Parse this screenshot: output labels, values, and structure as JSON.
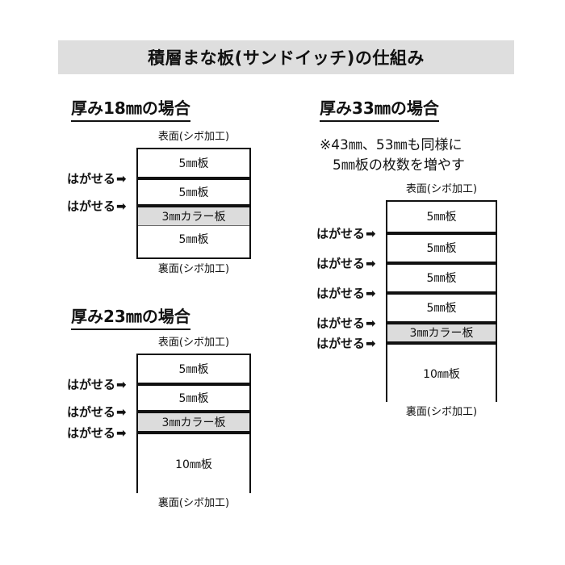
{
  "title": "積層まな板(サンドイッチ)の仕組み",
  "labels": {
    "front_face": "表面(シボ加工)",
    "back_face": "裏面(シボ加工)",
    "peel": "はがせる",
    "peel_arrow": "➡"
  },
  "sections": [
    {
      "id": "18",
      "heading": "厚み18㎜の場合",
      "note": null,
      "top_label": "表面(シボ加工)",
      "bottom_label": "裏面(シボ加工)",
      "layers": [
        {
          "label": "5㎜板",
          "color": false,
          "peelable_top": false
        },
        {
          "label": "5㎜板",
          "color": false,
          "peelable_top": true
        },
        {
          "label": "3㎜カラー板",
          "color": true,
          "peelable_top": true
        },
        {
          "label": "5㎜板",
          "color": false,
          "peelable_top": false
        }
      ]
    },
    {
      "id": "23",
      "heading": "厚み23㎜の場合",
      "note": null,
      "top_label": "表面(シボ加工)",
      "bottom_label": "裏面(シボ加工)",
      "layers": [
        {
          "label": "5㎜板",
          "color": false,
          "peelable_top": false
        },
        {
          "label": "5㎜板",
          "color": false,
          "peelable_top": true
        },
        {
          "label": "3㎜カラー板",
          "color": true,
          "peelable_top": true
        },
        {
          "label": "10㎜板",
          "color": false,
          "peelable_top": true
        }
      ]
    },
    {
      "id": "33",
      "heading": "厚み33㎜の場合",
      "note_line_1": "※43㎜、53㎜も同様に",
      "note_line_2": "5㎜板の枚数を増やす",
      "top_label": "表面(シボ加工)",
      "bottom_label": "裏面(シボ加工)",
      "layers": [
        {
          "label": "5㎜板",
          "color": false,
          "peelable_top": false
        },
        {
          "label": "5㎜板",
          "color": false,
          "peelable_top": true
        },
        {
          "label": "5㎜板",
          "color": false,
          "peelable_top": true
        },
        {
          "label": "5㎜板",
          "color": false,
          "peelable_top": true
        },
        {
          "label": "3㎜カラー板",
          "color": true,
          "peelable_top": true
        },
        {
          "label": "10㎜板",
          "color": false,
          "peelable_top": true
        }
      ]
    }
  ],
  "colors": {
    "title_band": "#dedede",
    "color_layer": "#dcdcdc",
    "line": "#111111",
    "background": "#ffffff"
  }
}
